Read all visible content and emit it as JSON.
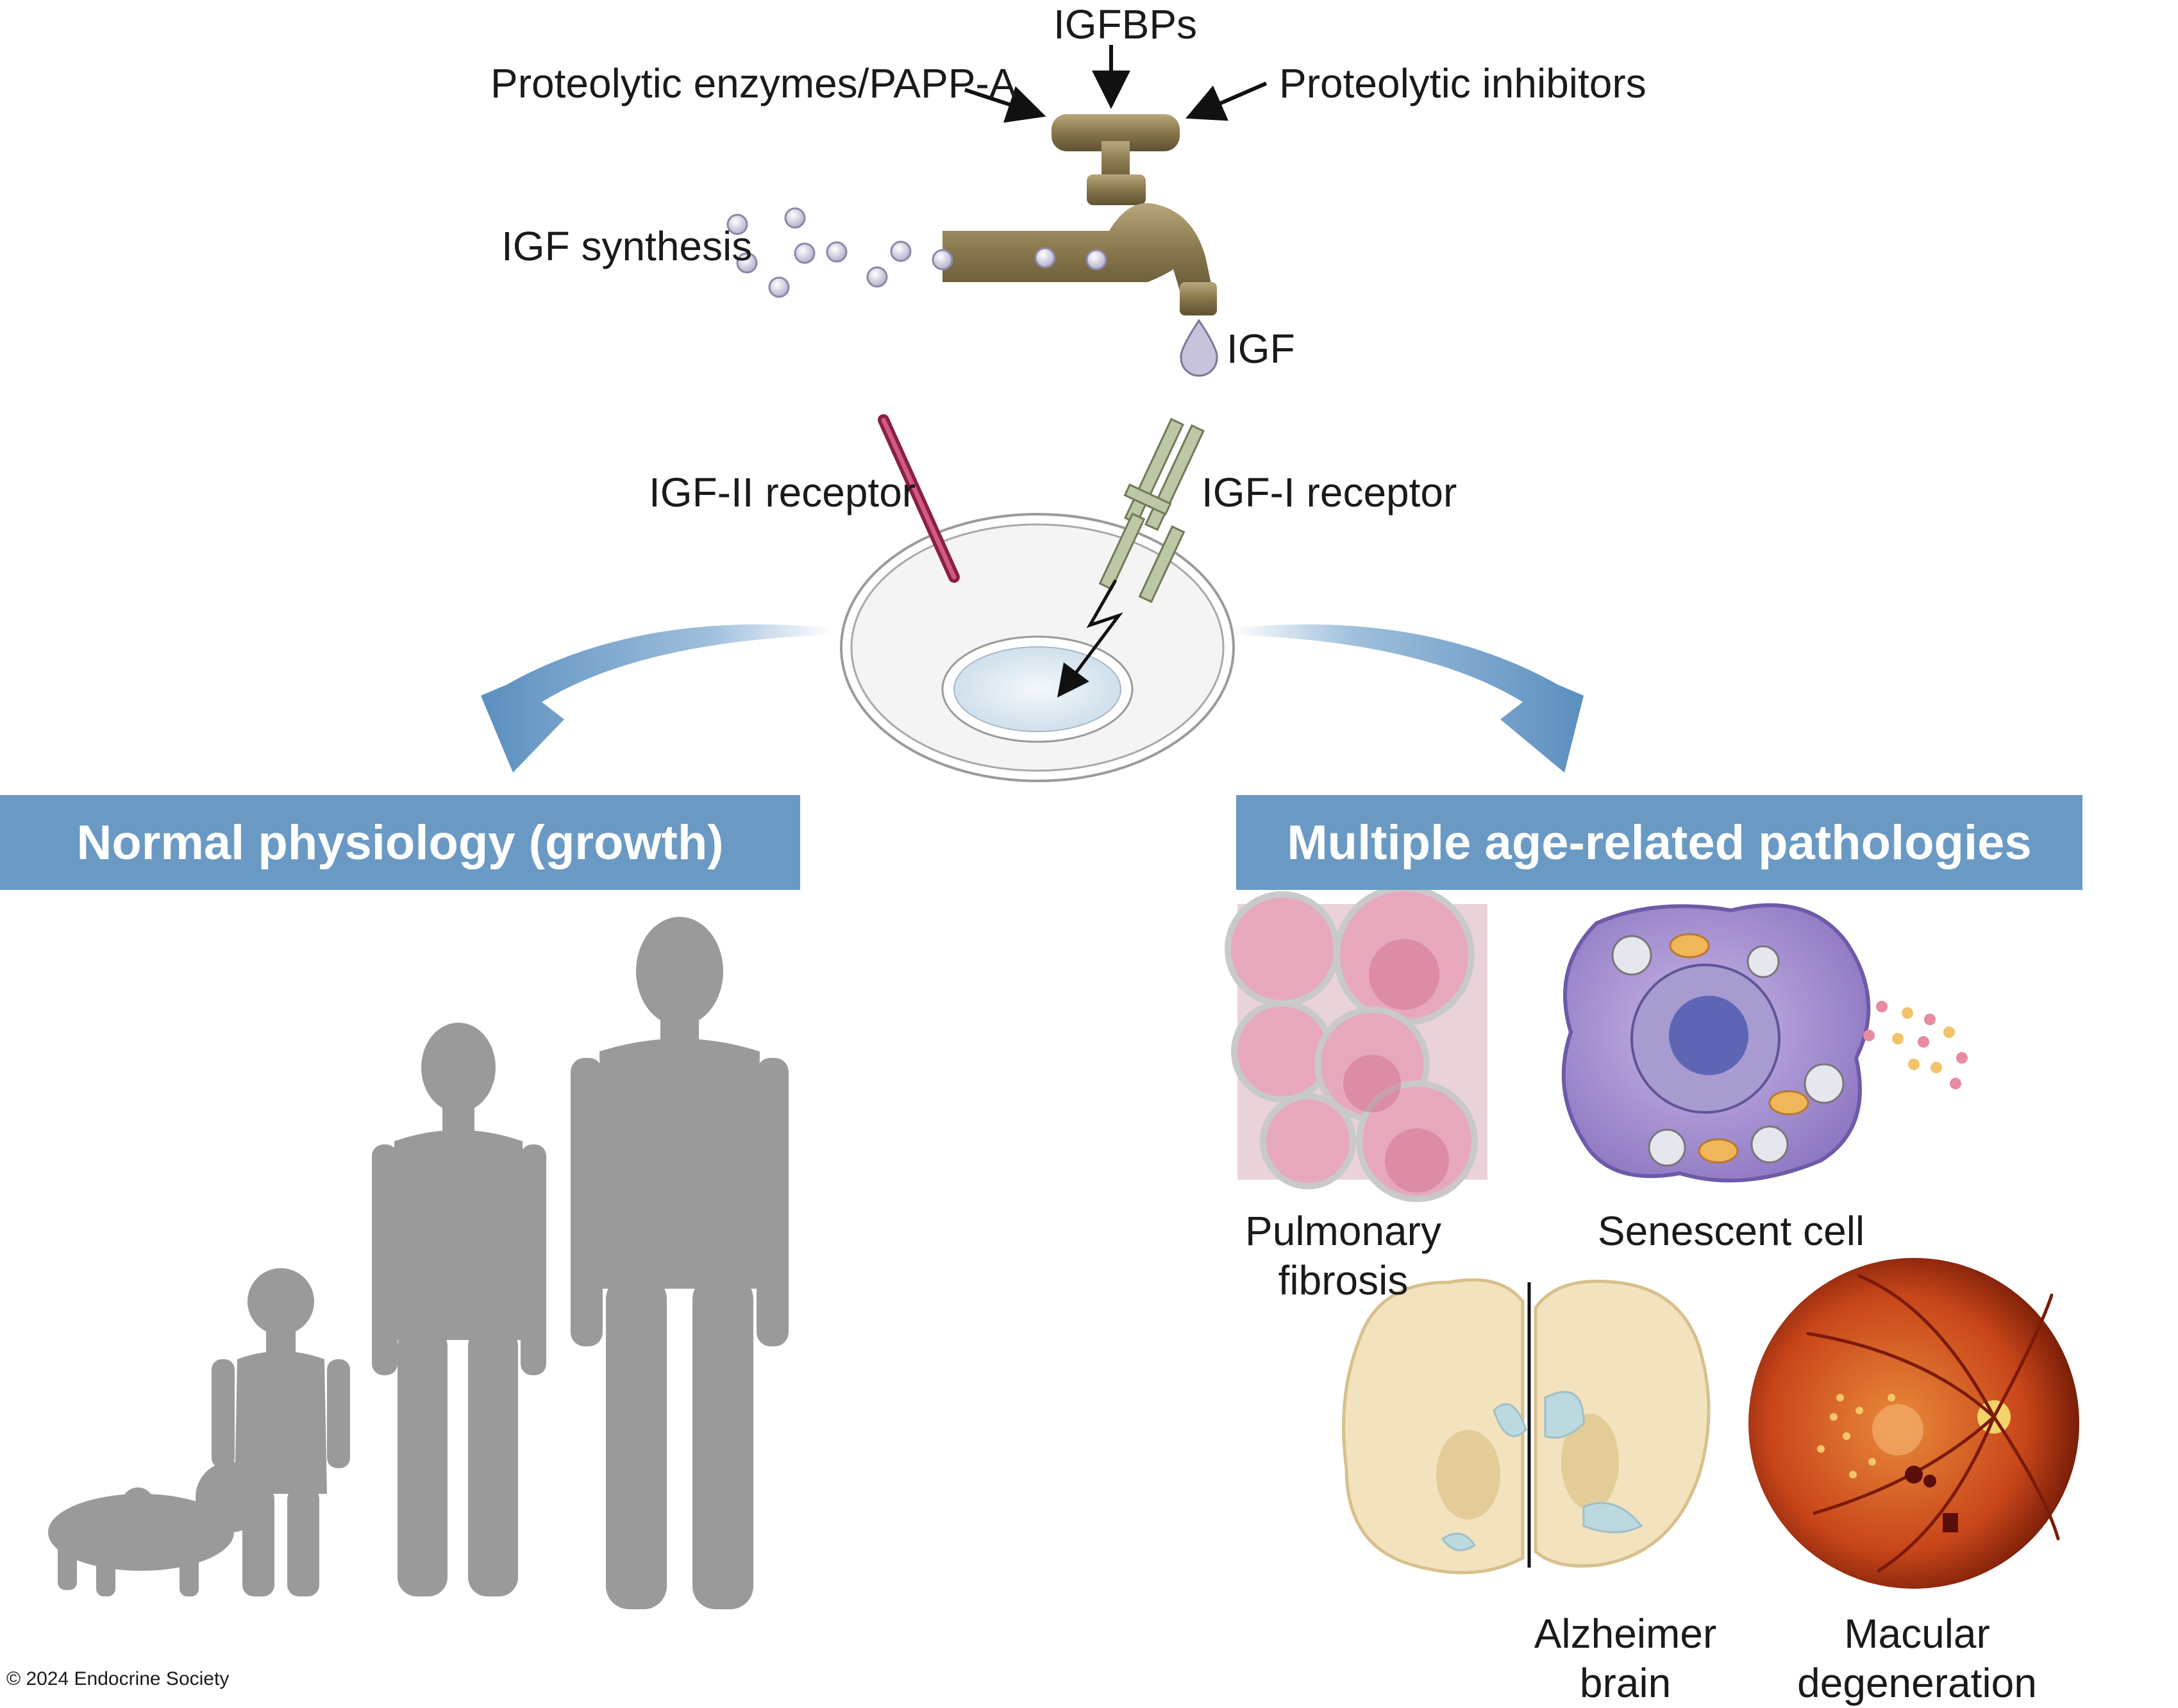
{
  "tap": {
    "igfbps": "IGFBPs",
    "enzymes": "Proteolytic enzymes/PAPP-A",
    "inhibitors": "Proteolytic inhibitors",
    "synthesis": "IGF synthesis",
    "igf": "IGF"
  },
  "cell": {
    "igf2_receptor": "IGF-II receptor",
    "igf1_receptor": "IGF-I receptor"
  },
  "left": {
    "title": "Normal physiology (growth)"
  },
  "right": {
    "title": "Multiple age-related pathologies",
    "items": [
      {
        "line1": "Pulmonary",
        "line2": "fibrosis"
      },
      {
        "line1": "Senescent cell",
        "line2": ""
      },
      {
        "line1": "Alzheimer",
        "line2": "brain"
      },
      {
        "line1": "Macular",
        "line2": "degeneration"
      }
    ]
  },
  "colors": {
    "banner": "#6a9ac4",
    "arrow": "#5b8fbf",
    "silhouette": "#9a9a9a",
    "faucet": "#8a7a55"
  },
  "footer": {
    "copyright": "© 2024 Endocrine Society"
  }
}
